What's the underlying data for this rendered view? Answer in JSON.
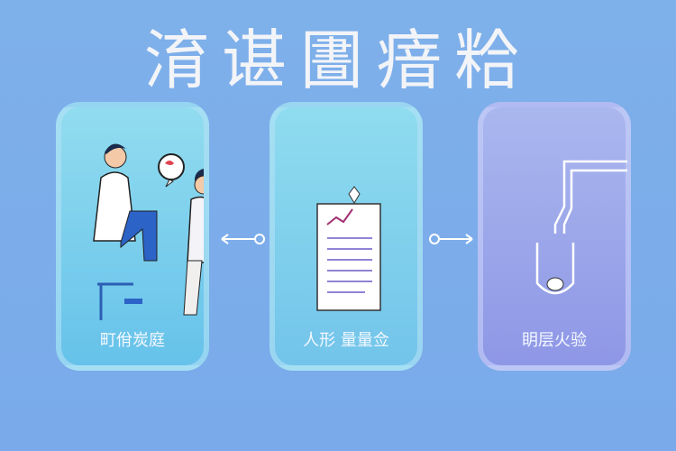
{
  "title": "淯谌圕瘖粭",
  "cards": [
    {
      "label": "町佾炭庭",
      "icon": "doctor-patient-consultation"
    },
    {
      "label": "人形 量量佥",
      "icon": "document-checklist"
    },
    {
      "label": "眀层火验",
      "icon": "test-tube"
    }
  ],
  "colors": {
    "background": "#7eb0ea",
    "heart": "#e0424f"
  }
}
